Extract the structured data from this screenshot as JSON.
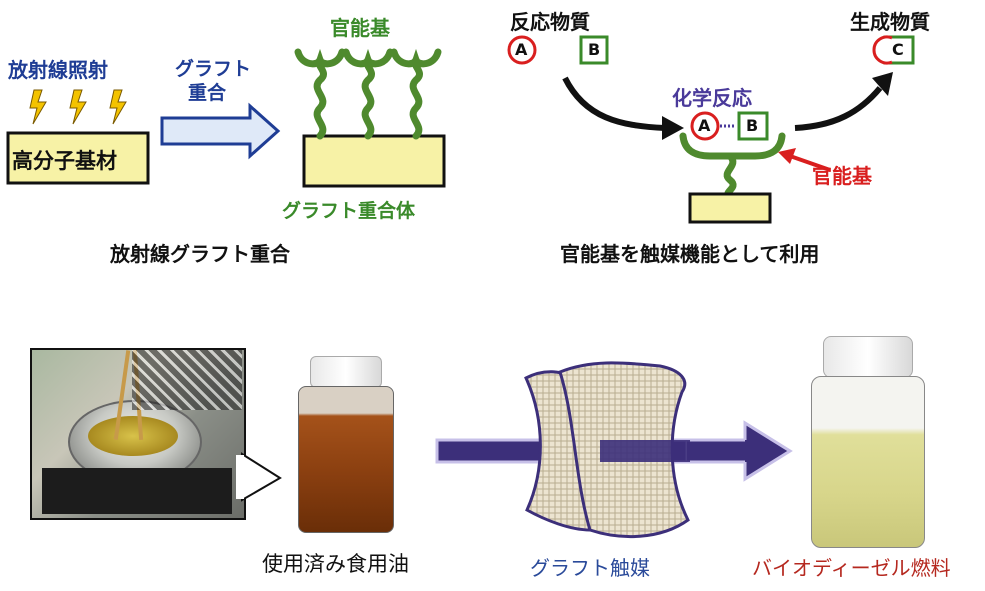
{
  "top_left": {
    "radiation_label": "放射線照射",
    "substrate_label": "高分子基材",
    "graft_arrow_label_1": "グラフト",
    "graft_arrow_label_2": "重合",
    "functional_group_label": "官能基",
    "graft_polymer_label": "グラフト重合体",
    "caption": "放射線グラフト重合"
  },
  "top_right": {
    "reactants_label": "反応物質",
    "reactant_a": "A",
    "reactant_b": "B",
    "product_label": "生成物質",
    "product_c": "C",
    "reaction_label": "化学反応",
    "bound_a": "A",
    "bound_b": "B",
    "functional_group_label": "官能基",
    "caption": "官能基を触媒機能として利用"
  },
  "bottom": {
    "used_oil_caption": "使用済み食用油",
    "catalyst_caption": "グラフト触媒",
    "fuel_caption": "バイオディーゼル燃料"
  },
  "colors": {
    "blue_text": "#1f3d95",
    "green": "#3a8a2a",
    "red": "#d91f1f",
    "purple": "#4a3a9a",
    "substrate_fill": "#f7f2a6",
    "arrow_purple": "#3c2f7a"
  },
  "icons": [
    "lightning-icon",
    "graft-arrow",
    "reaction-arrow",
    "process-arrow"
  ]
}
